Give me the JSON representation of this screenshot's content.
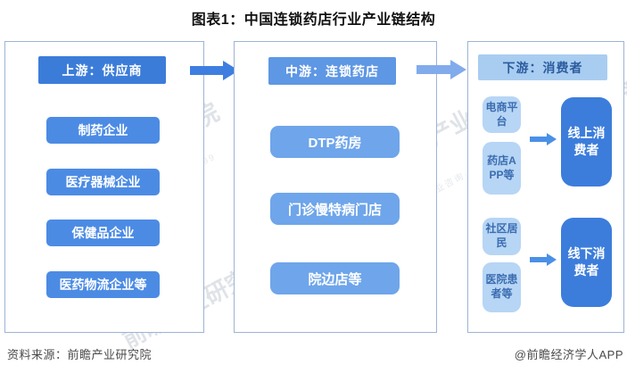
{
  "title": "图表1：中国连锁药店行业产业链结构",
  "panels": {
    "upstream": {
      "header": "上游：供应商",
      "items": [
        "制药企业",
        "医疗器械企业",
        "保健品企业",
        "医药物流企业等"
      ]
    },
    "midstream": {
      "header": "中游：连锁药店",
      "items": [
        "DTP药房",
        "门诊慢特病门店",
        "院边店等"
      ]
    },
    "downstream": {
      "header": "下游：消费者",
      "online": {
        "sources": [
          "电商平台",
          "药店APP等"
        ],
        "target": "线上消费者"
      },
      "offline": {
        "sources": [
          "社区居民",
          "医院患者等"
        ],
        "target": "线下消费者"
      }
    }
  },
  "footer": {
    "source": "资料来源：前瞻产业研究院",
    "credit": "@前瞻经济学人APP"
  },
  "watermark": {
    "text": "前瞻产业研究院",
    "short_text": "前瞻产业",
    "sub_text": "产业咨询·股票·839599"
  },
  "colors": {
    "upstream_header": "#3c7cd9",
    "upstream_item": "#4c8be4",
    "midstream_header": "#5e97e3",
    "midstream_item": "#6fa5ea",
    "downstream_header_bg": "#a9cdf1",
    "downstream_header_text": "#2b5b9e",
    "source_box": "#b7d5f5",
    "target_box": "#3c7ddb",
    "arrow_strong": "#3e7ee0",
    "arrow_light": "#82abec",
    "panel_border": "#9db4d6"
  }
}
